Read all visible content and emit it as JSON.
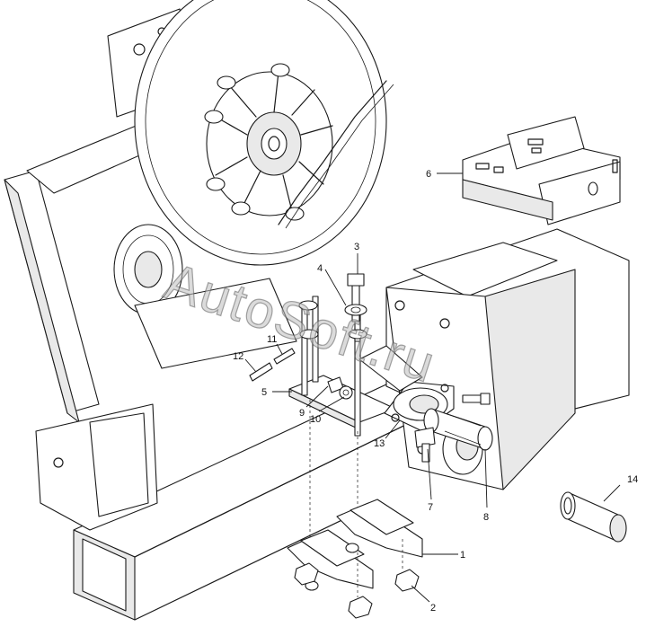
{
  "watermark": "AutoSoft.ru",
  "callouts": [
    {
      "id": "c1",
      "label": "1"
    },
    {
      "id": "c2",
      "label": "2"
    },
    {
      "id": "c3",
      "label": "3"
    },
    {
      "id": "c4",
      "label": "4"
    },
    {
      "id": "c5",
      "label": "5"
    },
    {
      "id": "c6",
      "label": "6"
    },
    {
      "id": "c7",
      "label": "7"
    },
    {
      "id": "c8",
      "label": "8"
    },
    {
      "id": "c9",
      "label": "9"
    },
    {
      "id": "c10",
      "label": "10"
    },
    {
      "id": "c11",
      "label": "11"
    },
    {
      "id": "c12",
      "label": "12"
    },
    {
      "id": "c13",
      "label": "13"
    },
    {
      "id": "c14",
      "label": "14"
    }
  ]
}
